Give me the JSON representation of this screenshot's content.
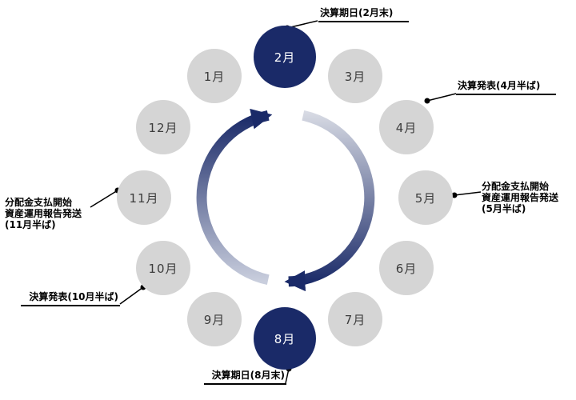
{
  "months": [
    {
      "label": "2月",
      "highlighted": true
    },
    {
      "label": "3月",
      "highlighted": false
    },
    {
      "label": "4月",
      "highlighted": false
    },
    {
      "label": "5月",
      "highlighted": false
    },
    {
      "label": "6月",
      "highlighted": false
    },
    {
      "label": "7月",
      "highlighted": false
    },
    {
      "label": "8月",
      "highlighted": true
    },
    {
      "label": "9月",
      "highlighted": false
    },
    {
      "label": "10月",
      "highlighted": false
    },
    {
      "label": "11月",
      "highlighted": false
    },
    {
      "label": "12月",
      "highlighted": false
    },
    {
      "label": "1月",
      "highlighted": false
    }
  ],
  "annotations": [
    {
      "id": "feb",
      "lines": [
        "決算期日(2月末)"
      ],
      "underline": true
    },
    {
      "id": "apr",
      "lines": [
        "決算発表(4月半ば)"
      ],
      "underline": true
    },
    {
      "id": "may",
      "lines": [
        "分配金支払開始",
        "資産運用報告発送",
        "(5月半ば)"
      ],
      "underline": false
    },
    {
      "id": "aug",
      "lines": [
        "決算期日(8月末)"
      ],
      "underline": true
    },
    {
      "id": "oct",
      "lines": [
        "決算発表(10月半ば)"
      ],
      "underline": true
    },
    {
      "id": "nov",
      "lines": [
        "分配金支払開始",
        "資産運用報告発送",
        "(11月半ば)"
      ],
      "underline": false
    }
  ],
  "colors": {
    "highlight_navy": "#1a2a68",
    "month_gray": "#d5d5d5",
    "month_text": "#3c3c3c",
    "arrow_light_left": "#c9cedd",
    "arrow_light_right": "#d8dbe4",
    "callout": "#000000"
  }
}
